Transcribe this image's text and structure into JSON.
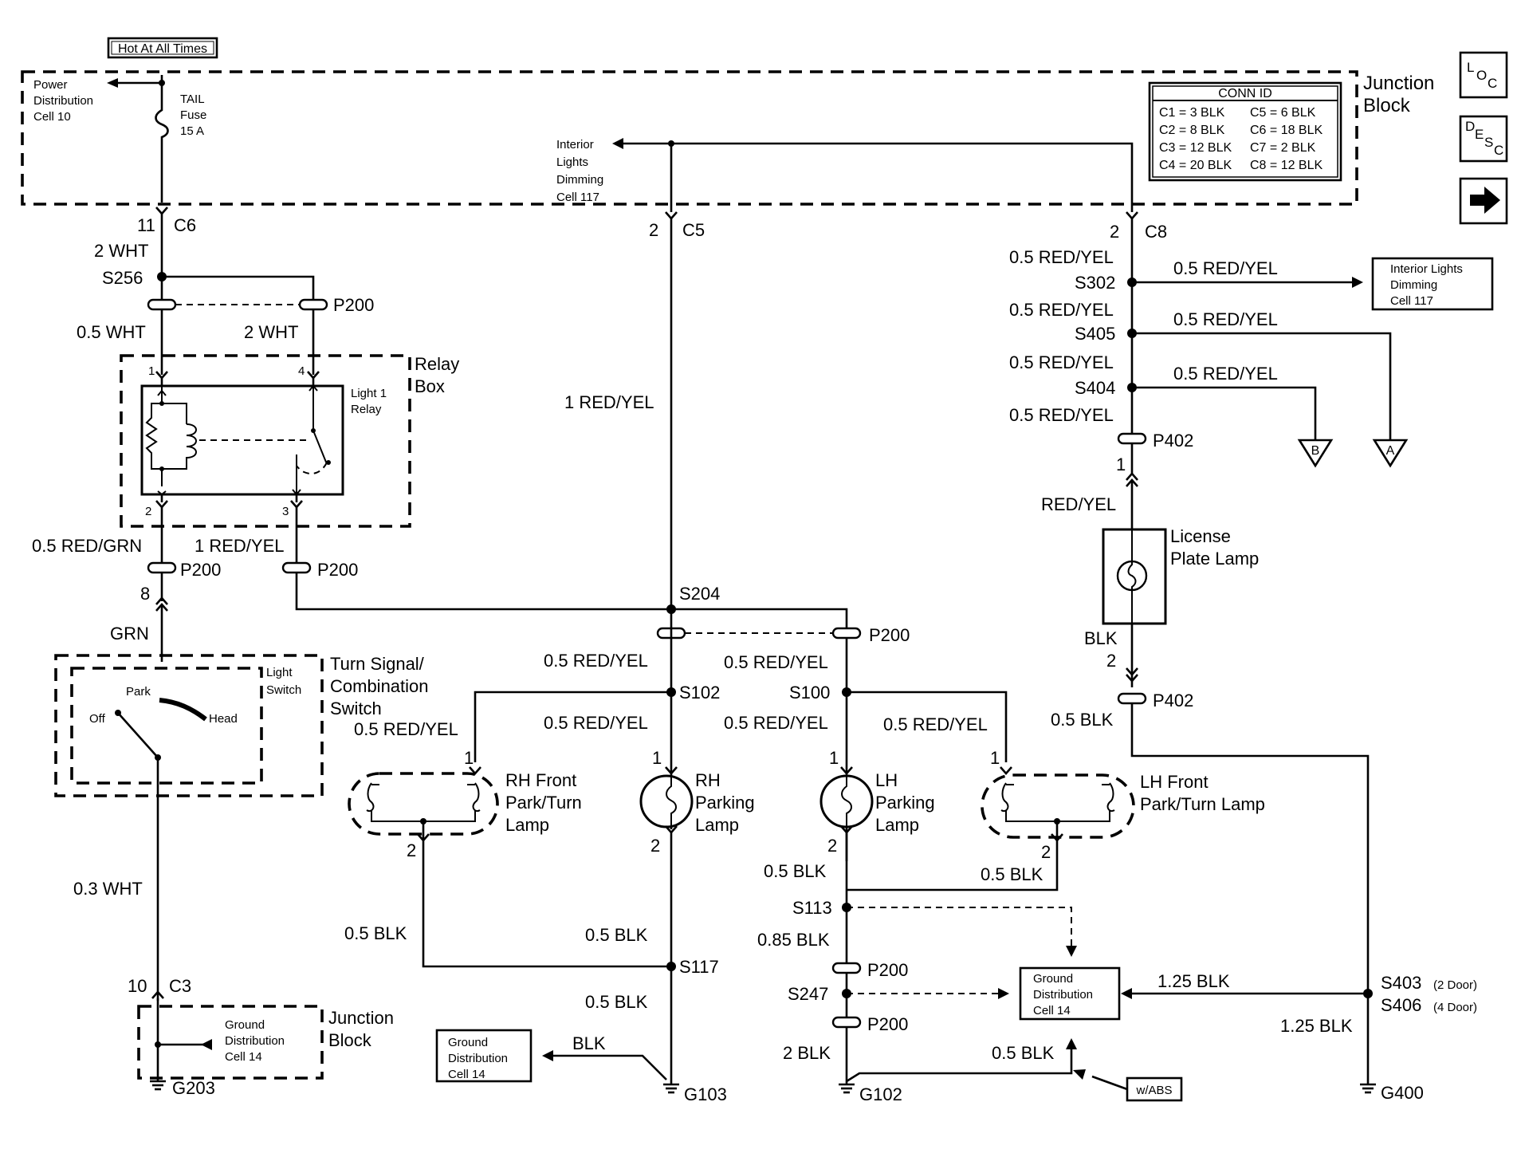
{
  "header": {
    "hot_at_all_times": "Hot At All Times",
    "junction_block_top_1": "Junction",
    "junction_block_top_2": "Block"
  },
  "conn_id": {
    "title": "CONN ID",
    "rows": [
      [
        "C1 = 3 BLK",
        "C5 = 6 BLK"
      ],
      [
        "C2 = 8 BLK",
        "C6 = 18 BLK"
      ],
      [
        "C3 = 12 BLK",
        "C7 = 2 BLK"
      ],
      [
        "C4 = 20 BLK",
        "C8 = 12 BLK"
      ]
    ]
  },
  "nav_buttons": {
    "loc": {
      "a": "L",
      "b": "O",
      "c": "C"
    },
    "desc": {
      "a": "D",
      "b": "E",
      "c": "S",
      "d": "C"
    },
    "next_icon": "right-arrow-icon"
  },
  "power": {
    "line1": "Power",
    "line2": "Distribution",
    "line3": "Cell 10",
    "fuse1": "TAIL",
    "fuse2": "Fuse",
    "fuse3": "15 A"
  },
  "left_branch": {
    "pin_11": "11",
    "c6": "C6",
    "wire_2wht_a": "2 WHT",
    "s256": "S256",
    "p200_a": "P200",
    "wire_05wht": "0.5 WHT",
    "wire_2wht_b": "2 WHT",
    "relay_box_1": "Relay",
    "relay_box_2": "Box",
    "relay_pin1": "1",
    "relay_pin4": "4",
    "relay_pin2": "2",
    "relay_pin3": "3",
    "relay_label_1": "Light 1",
    "relay_label_2": "Relay",
    "wire_05redgrn": "0.5 RED/GRN",
    "wire_1redyel": "1 RED/YEL",
    "p200_b": "P200",
    "p200_c": "P200",
    "pin_8": "8",
    "wire_grn": "GRN",
    "switch_label_1": "Turn Signal/",
    "switch_label_2": "Combination",
    "switch_label_3": "Switch",
    "light_switch_1": "Light",
    "light_switch_2": "Switch",
    "park": "Park",
    "off": "Off",
    "head": "Head",
    "wire_03wht": "0.3 WHT",
    "pin_10": "10",
    "c3": "C3",
    "gd_1": "Ground",
    "gd_2": "Distribution",
    "gd_3": "Cell 14",
    "jb_bottom_1": "Junction",
    "jb_bottom_2": "Block",
    "g203": "G203"
  },
  "center": {
    "interior_1": "Interior",
    "interior_2": "Lights",
    "interior_3": "Dimming",
    "interior_4": "Cell 117",
    "pin_2": "2",
    "c5": "C5",
    "wire_1redyel": "1 RED/YEL",
    "s204": "S204",
    "p200": "P200",
    "wire_a": "0.5 RED/YEL",
    "wire_b": "0.5 RED/YEL",
    "s102": "S102",
    "s100": "S100",
    "wire_c": "0.5 RED/YEL",
    "wire_d": "0.5 RED/YEL",
    "wire_e": "0.5 RED/YEL",
    "wire_f": "0.5 RED/YEL",
    "rh_front_1": "RH Front",
    "rh_front_2": "Park/Turn",
    "rh_front_3": "Lamp",
    "rh_park_1": "RH",
    "rh_park_2": "Parking",
    "rh_park_3": "Lamp",
    "lh_park_1": "LH",
    "lh_park_2": "Parking",
    "lh_park_3": "Lamp",
    "lh_front_1": "LH Front",
    "lh_front_2": "Park/Turn Lamp",
    "pin1_a": "1",
    "pin1_b": "1",
    "pin1_c": "1",
    "pin1_d": "1",
    "pin2_a": "2",
    "pin2_b": "2",
    "pin2_c": "2",
    "pin2_d": "2",
    "wire_05blk_a": "0.5 BLK",
    "wire_05blk_b": "0.5 BLK",
    "s117": "S117",
    "wire_05blk_c": "0.5 BLK",
    "gdb_1": "Ground",
    "gdb_2": "Distribution",
    "gdb_3": "Cell 14",
    "blk": "BLK",
    "g103": "G103",
    "wire_05blk_d": "0.5 BLK",
    "wire_05blk_e": "0.5 BLK",
    "s113": "S113",
    "wire_085blk": "0.85 BLK",
    "p200_d": "P200",
    "s247": "S247",
    "p200_e": "P200",
    "wire_2blk": "2 BLK",
    "g102": "G102",
    "wire_05blk_f": "0.5 BLK",
    "wabs": "w/ABS",
    "gdc_1": "Ground",
    "gdc_2": "Distribution",
    "gdc_3": "Cell 14"
  },
  "right": {
    "pin_2": "2",
    "c8": "C8",
    "w1": "0.5 RED/YEL",
    "s302": "S302",
    "w1b": "0.5 RED/YEL",
    "ild_1": "Interior Lights",
    "ild_2": "Dimming",
    "ild_3": "Cell 117",
    "w2": "0.5 RED/YEL",
    "s405": "S405",
    "w2b": "0.5 RED/YEL",
    "w3": "0.5 RED/YEL",
    "s404": "S404",
    "w3b": "0.5 RED/YEL",
    "w4": "0.5 RED/YEL",
    "p402_a": "P402",
    "off_b": "B",
    "off_a": "A",
    "pin_1": "1",
    "wire_redyel": "RED/YEL",
    "lic_1": "License",
    "lic_2": "Plate Lamp",
    "wire_blk": "BLK",
    "pin_2b": "2",
    "p402_b": "P402",
    "wire_05blk": "0.5 BLK",
    "wire_125blk_a": "1.25 BLK",
    "s403": "S403",
    "s403_note": "(2 Door)",
    "s406": "S406",
    "s406_note": "(4 Door)",
    "wire_125blk_b": "1.25 BLK",
    "g400": "G400"
  }
}
